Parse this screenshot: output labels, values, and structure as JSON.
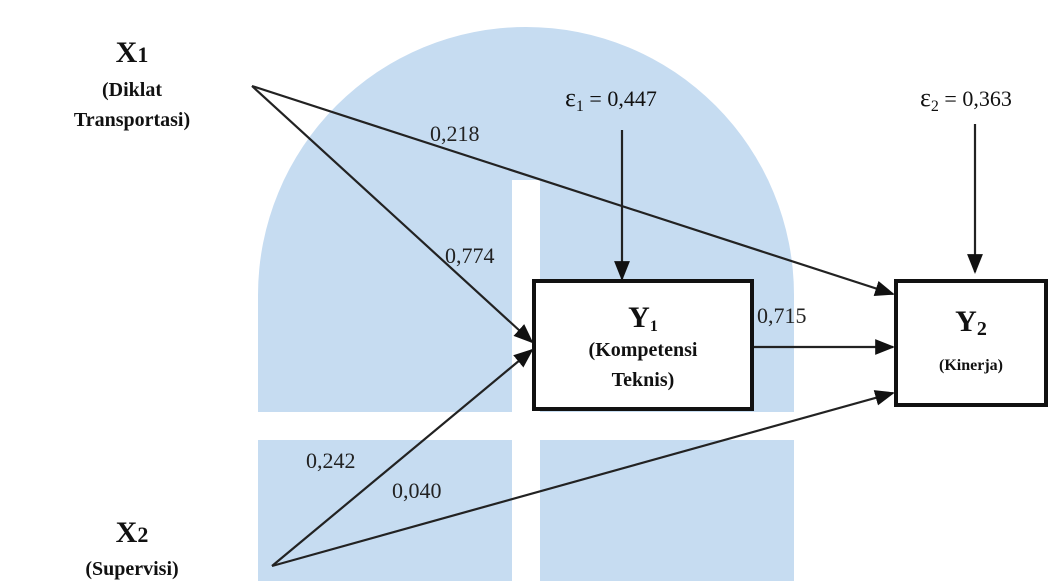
{
  "nodes": {
    "x1": {
      "symbol": "X",
      "sub": "1",
      "line1": "(Diklat",
      "line2": "Transportasi)"
    },
    "x2": {
      "symbol": "X",
      "sub": "2",
      "line1": "(Supervisi)"
    },
    "y1": {
      "symbol": "Y",
      "sub": "1",
      "line1": "(Kompetensi",
      "line2": "Teknis)"
    },
    "y2": {
      "symbol": "Y",
      "sub": "2",
      "line1": "(Kinerja)"
    }
  },
  "errors": {
    "e1": {
      "symbol": "ε",
      "sub": "1",
      "value": " = 0,447"
    },
    "e2": {
      "symbol": "ε",
      "sub": "2",
      "value": " = 0,363"
    }
  },
  "paths": {
    "x1_y2": "0,218",
    "x1_y1": "0,774",
    "y1_y2": "0,715",
    "x2_y1": "0,242",
    "x2_y2": "0,040"
  },
  "colors": {
    "watermark": "#c6dcf1",
    "ink": "#111111"
  }
}
